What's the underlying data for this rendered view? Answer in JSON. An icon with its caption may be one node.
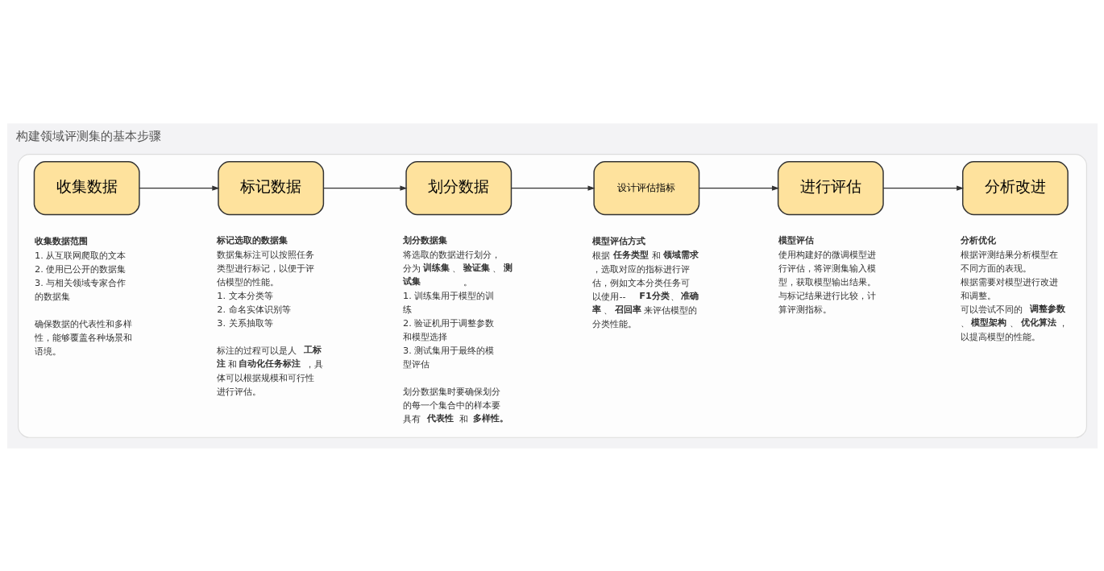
{
  "diagram": {
    "title": "构建领域评测集的基本步骤",
    "nodes": [
      {
        "text": [],
        "shape": "box"
      },
      {
        "text": [
          "收集数据"
        ],
        "in": 0,
        "beside": [
          "收集数据范围",
          "1. 从互联网爬取的文本",
          "2. 使用已公开的数据集",
          "3. 与相关领域专家合作的数据集",
          "确保数据的代表性和多样性，能够覆盖各种场景和语境。"
        ]
      },
      {
        "text": [
          "标记数据"
        ],
        "in": 0,
        "beside": [
          "标记选取的数据集",
          "数据集标注可以按照任务类型进行标记，以便于评估模型的性能。",
          "1. 文本分类等",
          "2. 命名实体识别等",
          "3. 关系抽取等",
          "标注的过程可以是人**工标注**和**自动化任务标注**，具体可以根据规模和可行性进行评估。"
        ]
      },
      {
        "text": [
          "划分数据"
        ],
        "in": 0,
        "beside": [
          "划分数据集",
          "将选取的数据进行划分，分为**训练集**、**验证集**、**测试集**。",
          "1. 训练集用于模型的训练",
          "2. 验证机用于调整参数和模型选择",
          "3. 测试集用于最终的模型评估",
          "划分数据集时要确保划分的每一个集合中的样本要具有**代表性**和**多样性。**"
        ]
      },
      {
        "text": [
          "设计评估指标"
        ],
        "in": 0,
        "beside": [
          "模型评估方式",
          "根据**任务类型**和**领域需求**，选取对应的指标进行评估，例如文本分类任务可以使用-- **F1分类**、**准确率**、**召回率**来评估模型的分类性能。"
        ]
      },
      {
        "text": [
          "进行评估"
        ],
        "in": 0,
        "beside": [
          "模型评估",
          "使用构建好的微调模型进行评估，将评测集输入模型，获取模型输出结果。",
          "与标记结果进行比较，计算评测指标。"
        ]
      },
      {
        "text": [
          "分析改进"
        ],
        "in": 0,
        "beside": [
          "分析优化",
          "根据评测结果分析模型在不同方面的表现。",
          "根据需要对模型进行改进和调整。",
          "可以尝试不同的**调整参数**、**模型架构**、**优化算法**，以提高模型的性能。"
        ]
      }
    ],
    "edges": [
      {
        "from": 1,
        "to": 2,
        "arrow": "to"
      },
      {
        "from": 2,
        "to": 3,
        "arrow": "to"
      },
      {
        "from": 3,
        "to": 4,
        "arrow": "to"
      },
      {
        "from": 4,
        "to": 5,
        "arrow": "to"
      },
      {
        "from": 5,
        "to": 6,
        "arrow": "to"
      }
    ]
  }
}
